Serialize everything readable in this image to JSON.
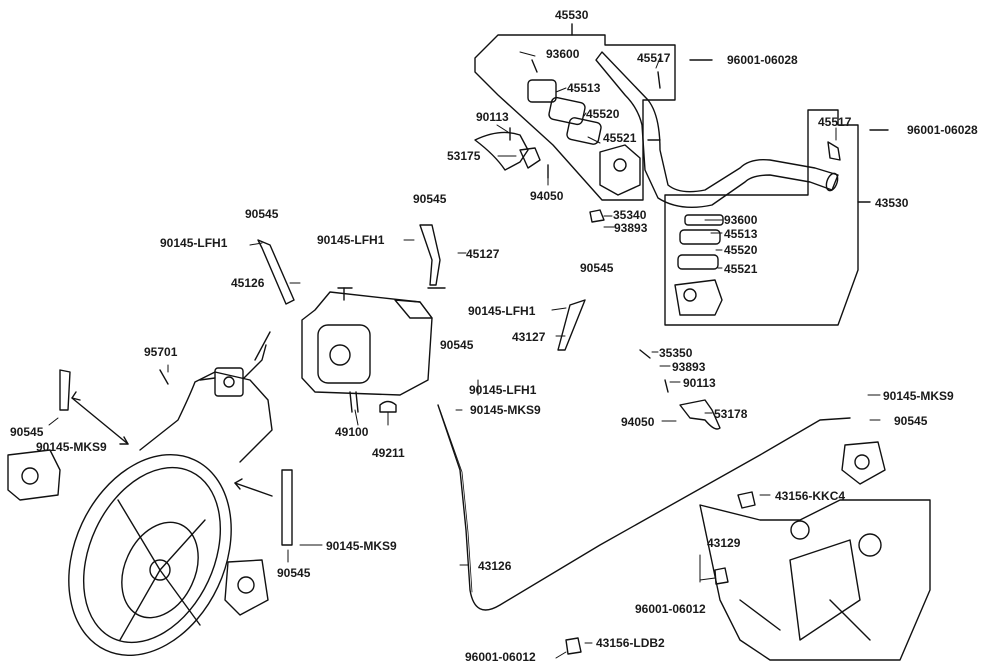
{
  "diagram": {
    "labels": [
      "45530",
      "93600",
      "45517",
      "96001-06028",
      "45513",
      "45520",
      "90113",
      "45521",
      "53175",
      "94050",
      "45517",
      "96001-06028",
      "43530",
      "35340",
      "93893",
      "93600",
      "45513",
      "45520",
      "45521",
      "90545",
      "90145-LFH1",
      "45126",
      "90545",
      "90145-LFH1",
      "45127",
      "90545",
      "90145-LFH1",
      "43127",
      "95701",
      "90545",
      "90145-LFH1",
      "90145-MKS9",
      "35350",
      "93893",
      "90113",
      "94050",
      "53178",
      "90145-MKS9",
      "90545",
      "90545",
      "90145-MKS9",
      "49100",
      "49211",
      "43156-KKC4",
      "43129",
      "90145-MKS9",
      "90545",
      "43126",
      "96001-06012",
      "96001-06012",
      "43156-LDB2"
    ]
  }
}
